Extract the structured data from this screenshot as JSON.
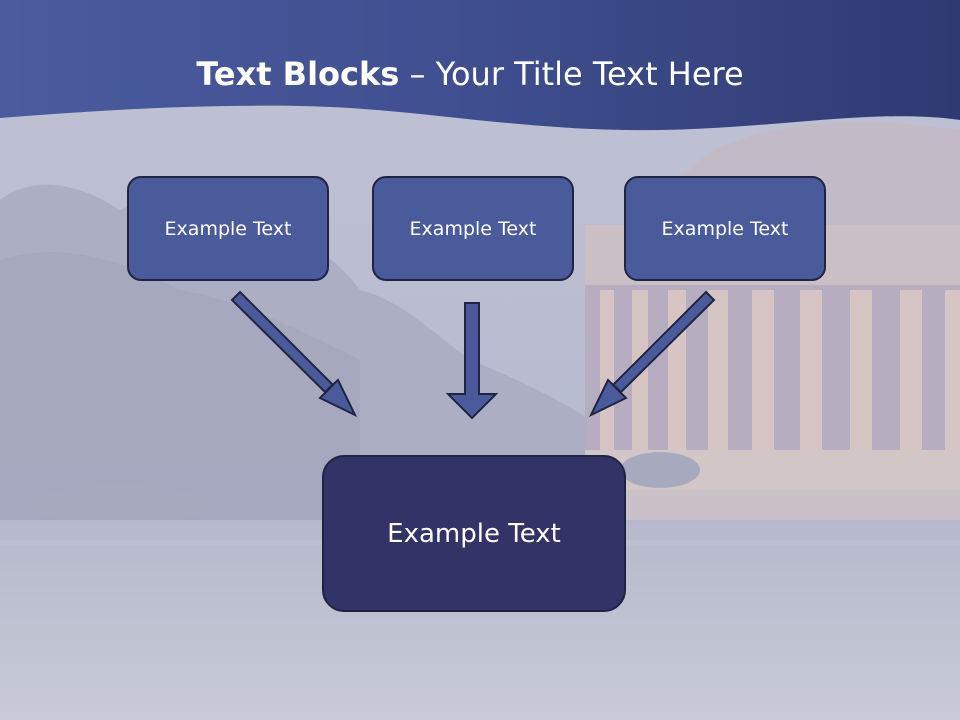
{
  "slide": {
    "title_bold": "Text Blocks",
    "title_rest": " – Your Title Text Here"
  },
  "blocks": {
    "left": "Example Text",
    "middle": "Example Text",
    "right": "Example Text",
    "bottom": "Example Text"
  },
  "colors": {
    "header_band": "#3d4a8a",
    "box_fill": "#4a5b9c",
    "box_border": "#1f2442",
    "main_box_fill": "#323366",
    "arrow_fill": "#4a5b9c",
    "background": "#c4c7d6"
  }
}
